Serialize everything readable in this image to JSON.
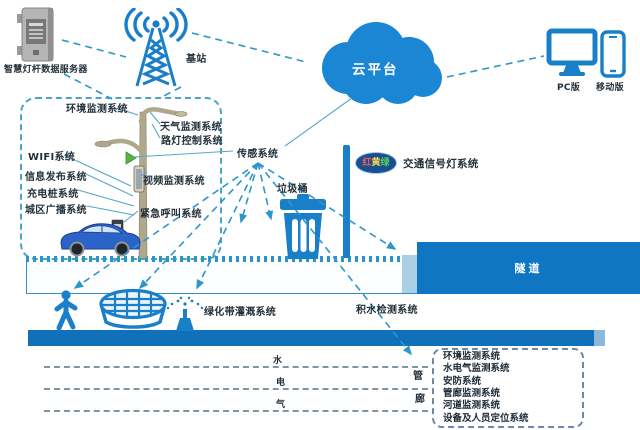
{
  "top": {
    "server_label": "智慧灯杆数据服务器",
    "base_station_label": "基站",
    "cloud_label": "云平台",
    "pc_label": "PC版",
    "mobile_label": "移动版"
  },
  "lamp_area": {
    "labels": [
      "环境监测系统",
      "天气监测系统",
      "路灯控制系统",
      "WIFI系统",
      "信息发布系统",
      "充电桩系统",
      "城区广播系统",
      "视频监测系统",
      "紧急呼叫系统"
    ]
  },
  "street": {
    "sensor_label": "传感系统",
    "trash_label": "垃圾桶",
    "traffic_badge": [
      "红",
      "黄",
      "绿"
    ],
    "traffic_label": "交通信号灯系统",
    "tunnel_label": "隧道",
    "irrigation_label": "绿化带灌溉系统",
    "water_detect_label": "积水检测系统"
  },
  "utility": {
    "gallery_chars": [
      "管",
      "廊"
    ],
    "pipes": [
      "水",
      "电",
      "气"
    ],
    "systems": [
      "环境监测系统",
      "水电气监测系统",
      "安防系统",
      "管廊监测系统",
      "河道监测系统",
      "设备及人员定位系统"
    ]
  },
  "colors": {
    "primary_blue": "#1a7fc9",
    "cloud_blue": "#1b86d3",
    "tunnel_blue": "#0e76c2",
    "dark_bar_blue": "#1170ba",
    "badge_navy": "#174f8f",
    "connector_teal": "#2e96c8",
    "pole_tan": "#b0a88c",
    "badge_red": "#ff5a52",
    "badge_yellow": "#ffd84d",
    "badge_green": "#59d35a"
  }
}
